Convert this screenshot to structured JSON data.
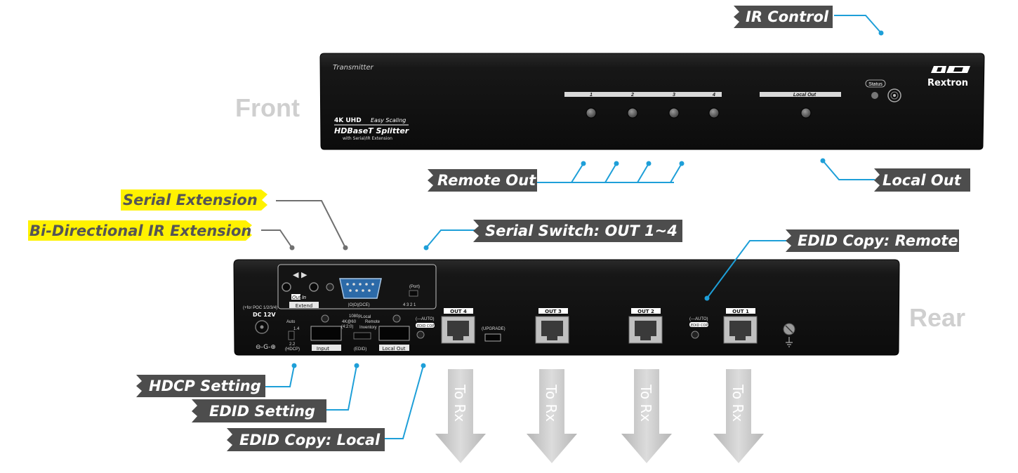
{
  "front": {
    "side_label": "Front",
    "model_text": "Transmitter",
    "product_line1": "4K UHD",
    "product_line1b": "Easy Scaling",
    "product_line2": "HDBaseT Splitter",
    "product_line3": "with Serial/IR Extension",
    "port_labels": [
      "1",
      "2",
      "3",
      "4"
    ],
    "local_out_label": "Local Out",
    "status_label": "Status",
    "brand": "Rextron"
  },
  "rear": {
    "side_label": "Rear",
    "dc_label": "DC 12V",
    "poc_label": "(+for POC 1/2/3/4)",
    "hdcp_label": "(HDCP)",
    "hdcp_auto": "Auto",
    "hdcp_14": "1.4",
    "hdcp_22": "2.2",
    "ir_out": "Out",
    "ir_in": "In",
    "extend": "Extend",
    "rs232_pins": "|O|O|(DCE)",
    "port_sel": "(Port)",
    "port_nums": "4 3 2 1",
    "input": "Input",
    "edid_label": "(EDID)",
    "edid_1080": "1080p",
    "edid_4k": "4K@60",
    "edid_420": "(4:2:0)",
    "edid_local": "Local",
    "edid_remote": "Remote",
    "edid_inventory": "Inventory",
    "local_out": "Local Out",
    "auto": "(---AUTO)",
    "edid_copy": "EDID COPY",
    "upgrade": "(UPGRADE)",
    "outs": [
      "OUT 4",
      "OUT 3",
      "OUT 2",
      "OUT 1"
    ],
    "to_rx": [
      "To Rx",
      "To Rx",
      "To Rx",
      "To Rx"
    ]
  },
  "callouts": {
    "ir_control": "IR Control",
    "remote_out": "Remote Out",
    "local_out": "Local Out",
    "serial_extension": "Serial Extension",
    "bi_ir": "Bi-Directional IR Extension",
    "serial_switch": "Serial Switch: OUT 1~4",
    "edid_copy_remote": "EDID Copy: Remote",
    "hdcp_setting": "HDCP Setting",
    "edid_setting": "EDID Setting",
    "edid_copy_local": "EDID Copy: Local"
  },
  "colors": {
    "panel": "#161616",
    "label_bg": "#4d4d4d",
    "highlight": "#fff200",
    "leader_blue": "#1e9fd8",
    "leader_gray": "#707070",
    "arrow": "#c9c9c9"
  }
}
